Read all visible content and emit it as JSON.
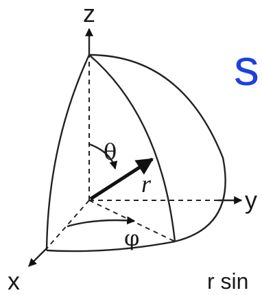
{
  "labels": {
    "z": "z",
    "y": "y",
    "x": "x",
    "theta": "θ",
    "r": "r",
    "phi": "φ",
    "caption": "r sin",
    "edge_mark": "s"
  },
  "colors": {
    "ink": "#1a1a1a",
    "accent": "#1d3fe0",
    "background": "#ffffff"
  }
}
